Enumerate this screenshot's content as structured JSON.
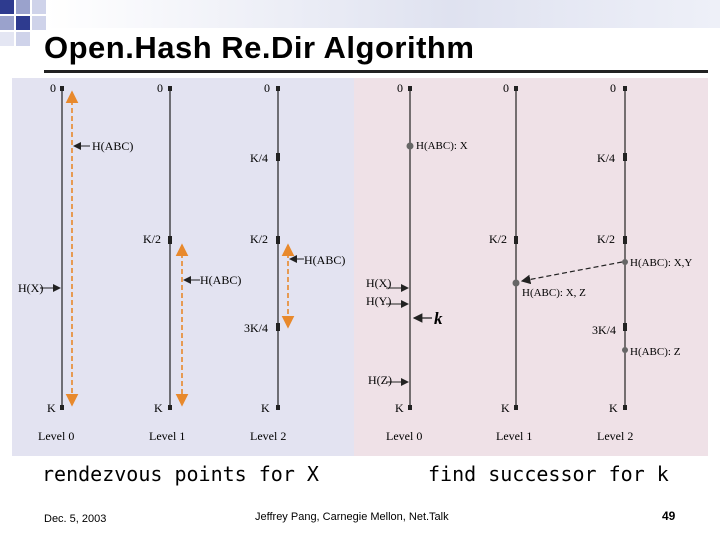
{
  "slide": {
    "title": "Open.Hash Re.Dir Algorithm",
    "caption_left": "rendezvous points for X",
    "caption_right": "find successor for k",
    "footer_date": "Dec. 5, 2003",
    "footer_author": "Jeffrey Pang, Carnegie Mellon, Net.Talk",
    "page_number": "49"
  },
  "colors": {
    "left_panel_bg": "#e3e3f1",
    "right_panel_bg": "#efe1e7",
    "orange_arrow": "#e8892c",
    "deco_blue": "#2e3b8f"
  },
  "diagram": {
    "left": {
      "labels": {
        "zero": "0",
        "k": "K",
        "k2": "K/2",
        "k4": "K/4",
        "k34": "3K/4",
        "habc": "H(ABC)",
        "hx": "H(X)"
      },
      "levels": [
        "Level 0",
        "Level 1",
        "Level 2"
      ]
    },
    "right": {
      "labels": {
        "zero": "0",
        "k": "K",
        "k2": "K/2",
        "k4": "K/4",
        "k34": "3K/4",
        "habc_x": "H(ABC): X",
        "habc_xz": "H(ABC): X, Z",
        "habc_xy": "H(ABC): X,Y",
        "habc_z": "H(ABC): Z",
        "hx": "H(X)",
        "hy": "H(Y)",
        "hz": "H(Z)",
        "kpoint": "k"
      },
      "levels": [
        "Level 0",
        "Level 1",
        "Level 2"
      ]
    }
  }
}
